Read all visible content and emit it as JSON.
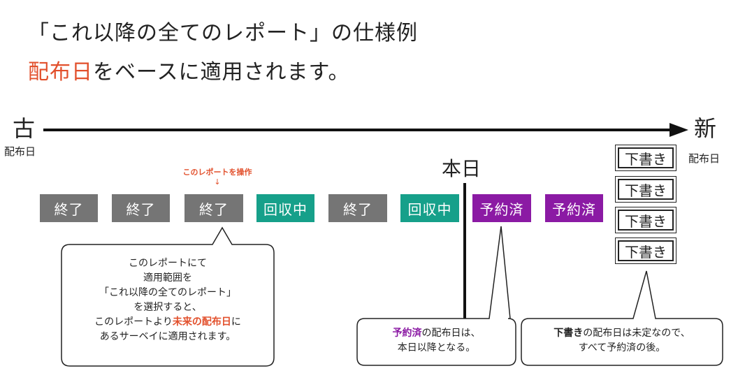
{
  "title": {
    "line1": "「これ以降の全てのレポート」の仕様例",
    "line2_highlight": "配布日",
    "line2_rest": "をベースに適用されます。"
  },
  "timeline": {
    "old_label": "古",
    "old_sub": "配布日",
    "new_label": "新",
    "new_sub": "配布日",
    "today_label": "本日"
  },
  "operate_label": "このレポートを操作",
  "operate_arrow": "↓",
  "boxes": [
    {
      "label": "終了",
      "status": "ended"
    },
    {
      "label": "終了",
      "status": "ended"
    },
    {
      "label": "終了",
      "status": "ended"
    },
    {
      "label": "回収中",
      "status": "recall"
    },
    {
      "label": "終了",
      "status": "ended"
    },
    {
      "label": "回収中",
      "status": "recall"
    },
    {
      "label": "予約済",
      "status": "reserved"
    },
    {
      "label": "予約済",
      "status": "reserved"
    }
  ],
  "drafts": [
    "下書き",
    "下書き",
    "下書き",
    "下書き"
  ],
  "callout_left": {
    "line1": "このレポートにて",
    "line2": "適用範囲を",
    "line3": "「これ以降の全てのレポート」",
    "line4": "を選択すると、",
    "line5_pre": "このレポートより",
    "line5_hl": "未来の配布日",
    "line5_post": "に",
    "line6": "あるサーベイに適用されます。"
  },
  "callout_mid": {
    "hl": "予約済",
    "line1_rest": "の配布日は、",
    "line2": "本日以降となる。"
  },
  "callout_right": {
    "hl": "下書き",
    "line1_rest": "の配布日は未定なので、",
    "line2": "すべて予約済の後。"
  },
  "colors": {
    "highlight": "#e2502c",
    "ended": "#757575",
    "recall": "#16a08a",
    "reserved": "#8b1aa4"
  }
}
